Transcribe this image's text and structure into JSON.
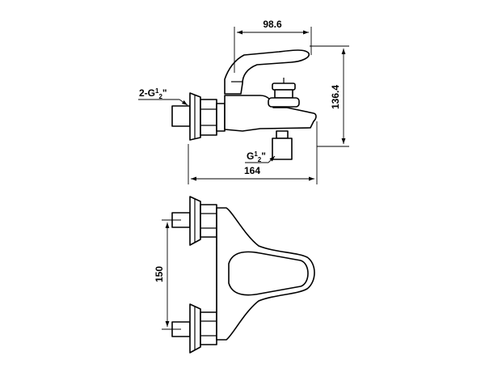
{
  "dimensions": {
    "lever_reach": "98.6",
    "height": "136.4",
    "length": "164",
    "inlet_spacing": "150"
  },
  "callouts": {
    "inlet_thread": {
      "prefix": "2-G",
      "numerator": "1",
      "denominator": "2",
      "suffix": "\""
    },
    "outlet_thread": {
      "prefix": "G",
      "numerator": "1",
      "denominator": "2",
      "suffix": "\""
    }
  },
  "colors": {
    "line": "#000000",
    "background": "#ffffff"
  }
}
